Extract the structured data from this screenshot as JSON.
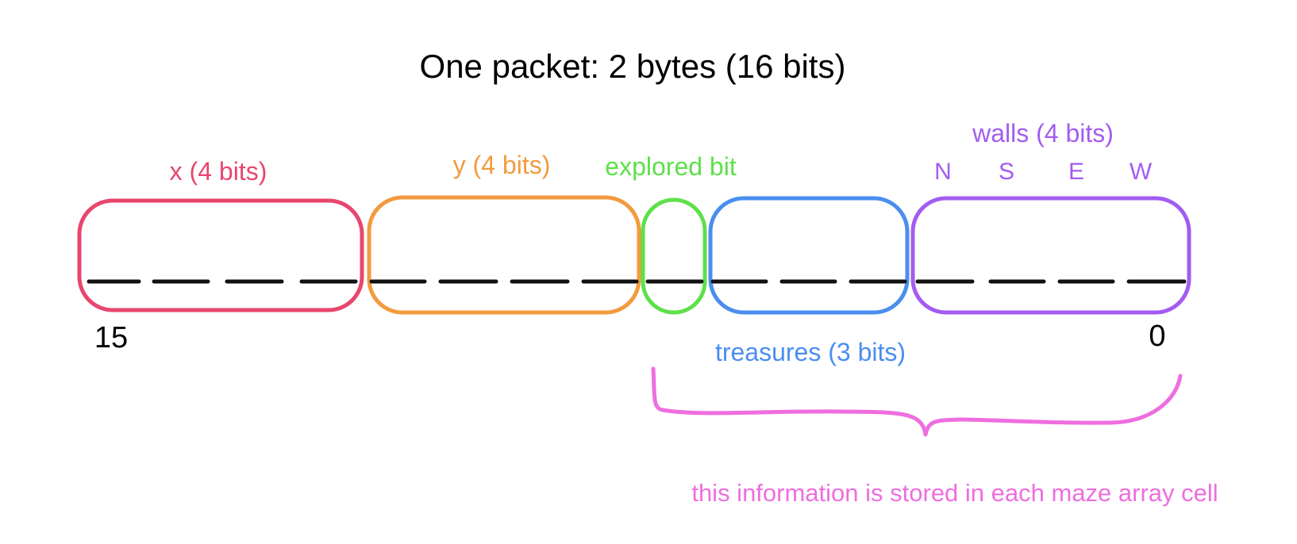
{
  "title": "One packet: 2 bytes (16 bits)",
  "fields": {
    "x": {
      "label": "x (4 bits)",
      "color": "#e8466e"
    },
    "y": {
      "label": "y (4 bits)",
      "color": "#f29b3e"
    },
    "explored": {
      "label": "explored bit",
      "color": "#5ee04a"
    },
    "treasures": {
      "label": "treasures (3 bits)",
      "color": "#4a8ef0"
    },
    "walls": {
      "label": "walls (4 bits)",
      "color": "#a35cf0",
      "directions": [
        "N",
        "S",
        "E",
        "W"
      ]
    }
  },
  "bit_index": {
    "high": "15",
    "low": "0"
  },
  "brace": {
    "label": "this information is stored in each maze array cell",
    "color": "#ee6ee0"
  },
  "dash_color": "#111111"
}
